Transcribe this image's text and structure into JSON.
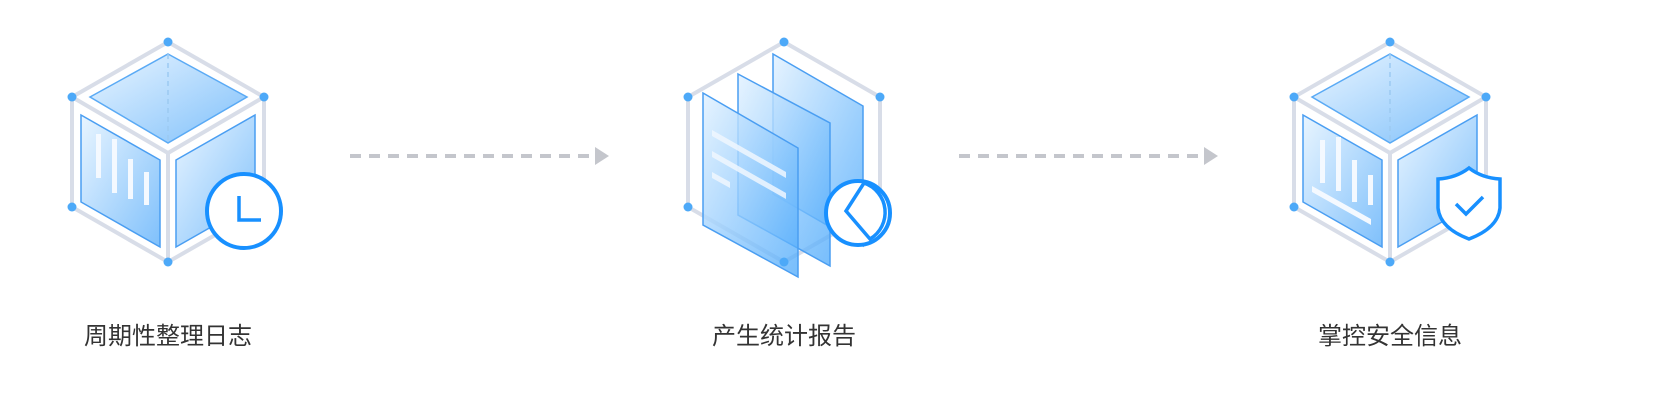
{
  "steps": [
    {
      "label": "周期性整理日志",
      "badge_icon": "clock-icon"
    },
    {
      "label": "产生统计报告",
      "badge_icon": "pie-chart-icon"
    },
    {
      "label": "掌控安全信息",
      "badge_icon": "shield-check-icon"
    }
  ],
  "colors": {
    "accent": "#1890ff",
    "node": "#4da9f8",
    "frame": "#d8dde8",
    "arrow": "#c4c6cc"
  }
}
